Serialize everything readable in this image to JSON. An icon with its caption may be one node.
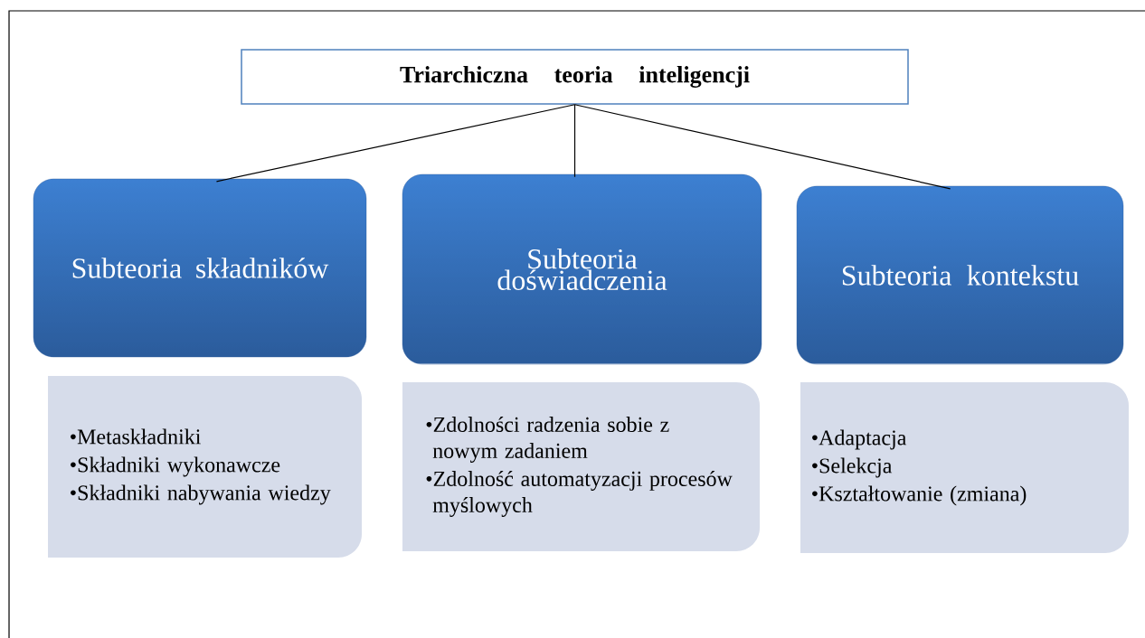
{
  "diagram": {
    "nodes": [
      {
        "text": [
          "Triarchiczna teoria inteligencji"
        ]
      },
      {
        "text": [
          "Subteoria składników"
        ]
      },
      {
        "text": [
          "Subteoria doświadczenia"
        ]
      },
      {
        "text": [
          "Subteoria kontekstu"
        ]
      },
      {
        "text": [
          "•Metaskładniki",
          "•Składniki wykonawcze",
          "•Składniki nabywania wiedzy"
        ]
      },
      {
        "text": [
          "•Zdolności radzenia sobie z nowym zadaniem",
          "•Zdolność automatyzacji procesów myślowych"
        ]
      },
      {
        "text": [
          "•Adaptacja",
          "•Selekcja",
          "•Kształtowanie (zmiana)"
        ]
      }
    ],
    "edges": [
      {
        "from": 0,
        "to": 1,
        "arrow": "none"
      },
      {
        "from": 0,
        "to": 2,
        "arrow": "none"
      },
      {
        "from": 0,
        "to": 3,
        "arrow": "none"
      }
    ]
  }
}
